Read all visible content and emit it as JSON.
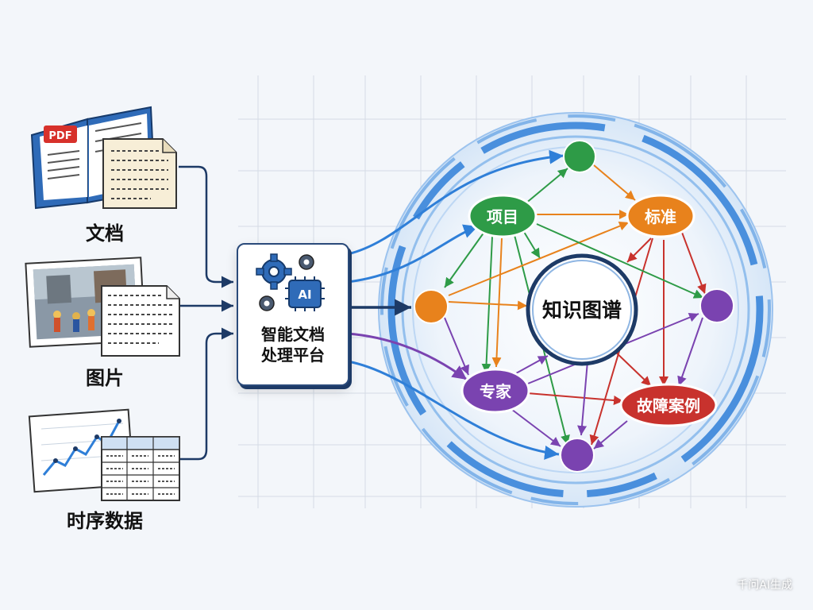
{
  "sources": [
    {
      "label": "文档",
      "badge": "PDF"
    },
    {
      "label": "图片"
    },
    {
      "label": "时序数据"
    }
  ],
  "platform": {
    "chip": "AI",
    "title_line1": "智能文档",
    "title_line2": "处理平台"
  },
  "graph": {
    "center": "知识图谱",
    "nodes": {
      "project": "项目",
      "standard": "标准",
      "expert": "专家",
      "fault": "故障案例"
    }
  },
  "watermark": "千问AI生成",
  "colors": {
    "project": "#2e9b47",
    "standard": "#e8821c",
    "expert": "#7a43b0",
    "fault": "#c8322d",
    "accent_blue": "#2f7fd8",
    "navy": "#1d3a66"
  }
}
